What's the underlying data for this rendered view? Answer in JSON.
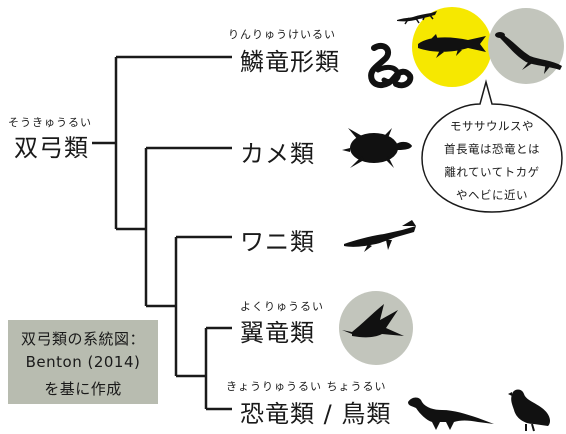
{
  "root": {
    "label": "双弓類",
    "reading": "そうきゅうるい"
  },
  "taxa": [
    {
      "label": "鱗竜形類",
      "reading": "りんりゅうけいるい"
    },
    {
      "label": "カメ類",
      "reading": ""
    },
    {
      "label": "ワニ類",
      "reading": ""
    },
    {
      "label": "翼竜類",
      "reading": "よくりゅうるい"
    },
    {
      "label": "恐竜類 / 鳥類",
      "reading": "きょうりゅうるい ちょうるい"
    }
  ],
  "note": {
    "lines": [
      "モササウルスや",
      "首長竜は恐竜とは",
      "離れていてトカゲ",
      "やヘビに近い"
    ]
  },
  "caption": {
    "lines": [
      "双弓類の系統図：",
      "Benton (2014)",
      "を基に作成"
    ]
  },
  "icons": [
    "lizard-icon",
    "snake-icon",
    "mosasaur-icon",
    "plesiosaur-icon",
    "turtle-icon",
    "crocodile-icon",
    "pterosaur-icon",
    "dinosaur-icon",
    "pigeon-icon"
  ],
  "colors": {
    "highlight": "#f6e800",
    "circle": "#c2c5bc",
    "caption_bg": "#b8bcb0",
    "line": "#1a1a1a"
  }
}
